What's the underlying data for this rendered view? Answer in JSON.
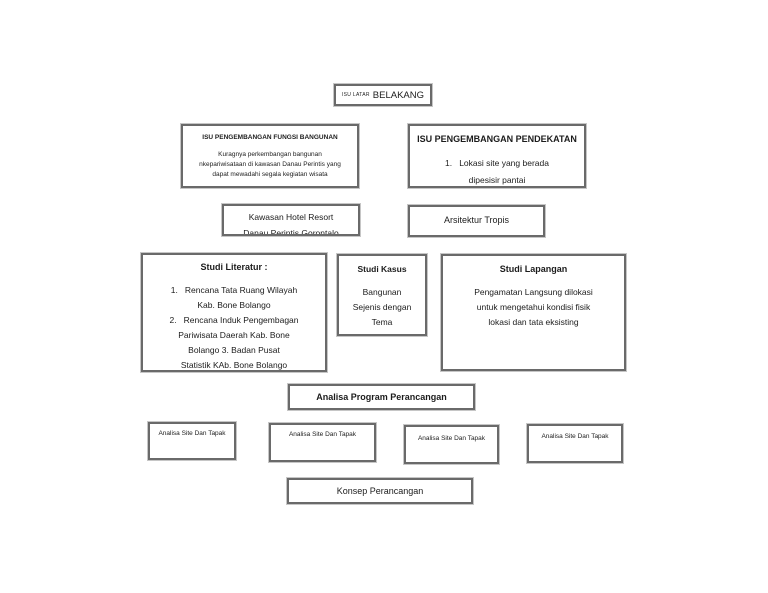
{
  "diagram": {
    "title_box": {
      "prefix": "ISU LATAR",
      "main": "BELAKANG"
    },
    "isu_fungsi": {
      "title": "ISU PENGEMBANGAN FUNGSI BANGUNAN",
      "lines": [
        "Kuragnya perkembangan bangunan",
        "nkepariwisataan di kawasan Danau Perintis yang",
        "dapat mewadahi segala kegiatan wisata"
      ]
    },
    "isu_pendekatan": {
      "title": "ISU PENGEMBANGAN PENDEKATAN",
      "lines": [
        "1.   Lokasi site yang berada",
        "dipesisir pantai"
      ]
    },
    "kawasan": {
      "lines": [
        "Kawasan Hotel Resort",
        "Danau Perintis Gorontalo"
      ]
    },
    "arsitektur": {
      "label": "Arsitektur Tropis"
    },
    "studi_literatur": {
      "title": "Studi Literatur :",
      "lines": [
        "1.   Rencana Tata Ruang Wilayah",
        "Kab. Bone Bolango",
        "2.   Rencana Induk Pengembagan",
        "Pariwisata Daerah Kab. Bone",
        "Bolango 3. Badan Pusat",
        "Statistik KAb. Bone Bolango"
      ]
    },
    "studi_kasus": {
      "title": "Studi Kasus",
      "lines": [
        "Bangunan",
        "Sejenis dengan",
        "Tema"
      ]
    },
    "studi_lapangan": {
      "title": "Studi Lapangan",
      "lines": [
        "Pengamatan Langsung dilokasi",
        "untuk mengetahui kondisi fisik",
        "lokasi dan tata eksisting"
      ]
    },
    "analisa_program": {
      "label": "Analisa Program Perancangan"
    },
    "tapak_label": "Analisa Site Dan Tapak",
    "konsep": {
      "label": "Konsep Perancangan"
    },
    "colors": {
      "border": "#6a6a6a",
      "border_halo": "#c6c6c6",
      "text": "#1c1c1c",
      "background": "#ffffff"
    }
  }
}
